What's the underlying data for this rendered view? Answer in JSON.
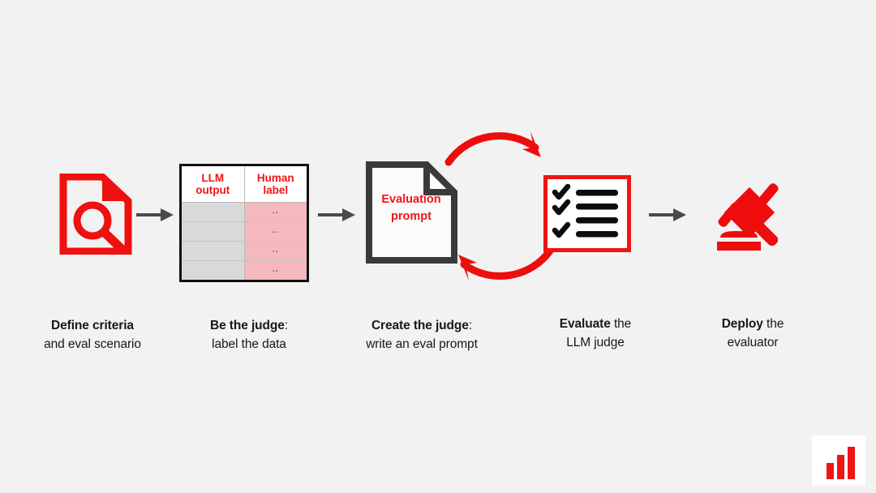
{
  "background_color": "#f2f2f2",
  "accent_red": "#f01414",
  "arrow_gray": "#4a4a4a",
  "doc_outline": "#3a3a3a",
  "steps": [
    {
      "id": "define-criteria",
      "icon": "document-search-icon",
      "caption_line1_bold": "Define criteria",
      "caption_line1_rest": "",
      "caption_line2": "and eval scenario"
    },
    {
      "id": "be-the-judge",
      "icon": "labeling-table",
      "caption_line1_bold": "Be the judge",
      "caption_line1_rest": ":",
      "caption_line2": "label the data"
    },
    {
      "id": "create-the-judge",
      "icon": "evaluation-prompt-document",
      "caption_line1_bold": "Create the judge",
      "caption_line1_rest": ":",
      "caption_line2": "write an eval prompt"
    },
    {
      "id": "evaluate-llm-judge",
      "icon": "checklist-box",
      "caption_line1_bold": "Evaluate",
      "caption_line1_rest": " the",
      "caption_line2": "LLM judge"
    },
    {
      "id": "deploy-evaluator",
      "icon": "gavel-icon",
      "caption_line1_bold": "Deploy",
      "caption_line1_rest": " the",
      "caption_line2": "evaluator"
    }
  ],
  "table": {
    "headers": [
      "LLM\noutput",
      "Human\nlabel"
    ],
    "header_left_line1": "LLM",
    "header_left_line2": "output",
    "header_right_line1": "Human",
    "header_right_line2": "label",
    "rows": [
      {
        "left": "",
        "right": ".."
      },
      {
        "left": "",
        "right": ".."
      },
      {
        "left": "",
        "right": ".."
      },
      {
        "left": "",
        "right": ".."
      }
    ],
    "left_cell_color": "#d9d9d9",
    "right_cell_color": "#f5b9bd"
  },
  "prompt_document": {
    "line1": "Evaluation",
    "line2": "prompt"
  },
  "checklist": {
    "checkmark_count": 3,
    "bar_count": 4,
    "border_color": "#f01414"
  },
  "logo": {
    "name": "bar-chart-logo",
    "bars": 3,
    "bar_color": "#f01414",
    "background": "#ffffff"
  }
}
